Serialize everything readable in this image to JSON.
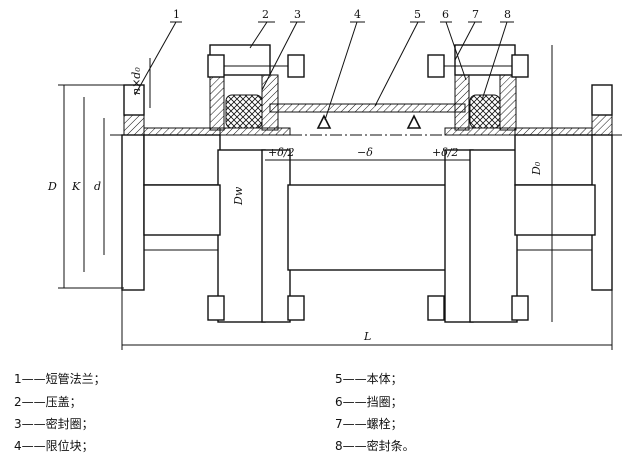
{
  "callouts": [
    {
      "num": "1"
    },
    {
      "num": "2"
    },
    {
      "num": "3"
    },
    {
      "num": "4"
    },
    {
      "num": "5"
    },
    {
      "num": "6"
    },
    {
      "num": "7"
    },
    {
      "num": "8"
    }
  ],
  "dimensions": {
    "nd0": "n×d₀",
    "D": "D",
    "K": "K",
    "d": "d",
    "Dw": "Dw",
    "D0": "D₀",
    "L": "L",
    "plus_delta_left": "+δ/2",
    "minus_delta": "−δ",
    "plus_delta_right": "+δ/2"
  },
  "legend": [
    {
      "text": "1——短管法兰；"
    },
    {
      "text": "2——压盖；"
    },
    {
      "text": "3——密封圈；"
    },
    {
      "text": "4——限位块；"
    },
    {
      "text": "5——本体；"
    },
    {
      "text": "6——挡圈；"
    },
    {
      "text": "7——螺栓；"
    },
    {
      "text": "8——密封条。"
    }
  ]
}
